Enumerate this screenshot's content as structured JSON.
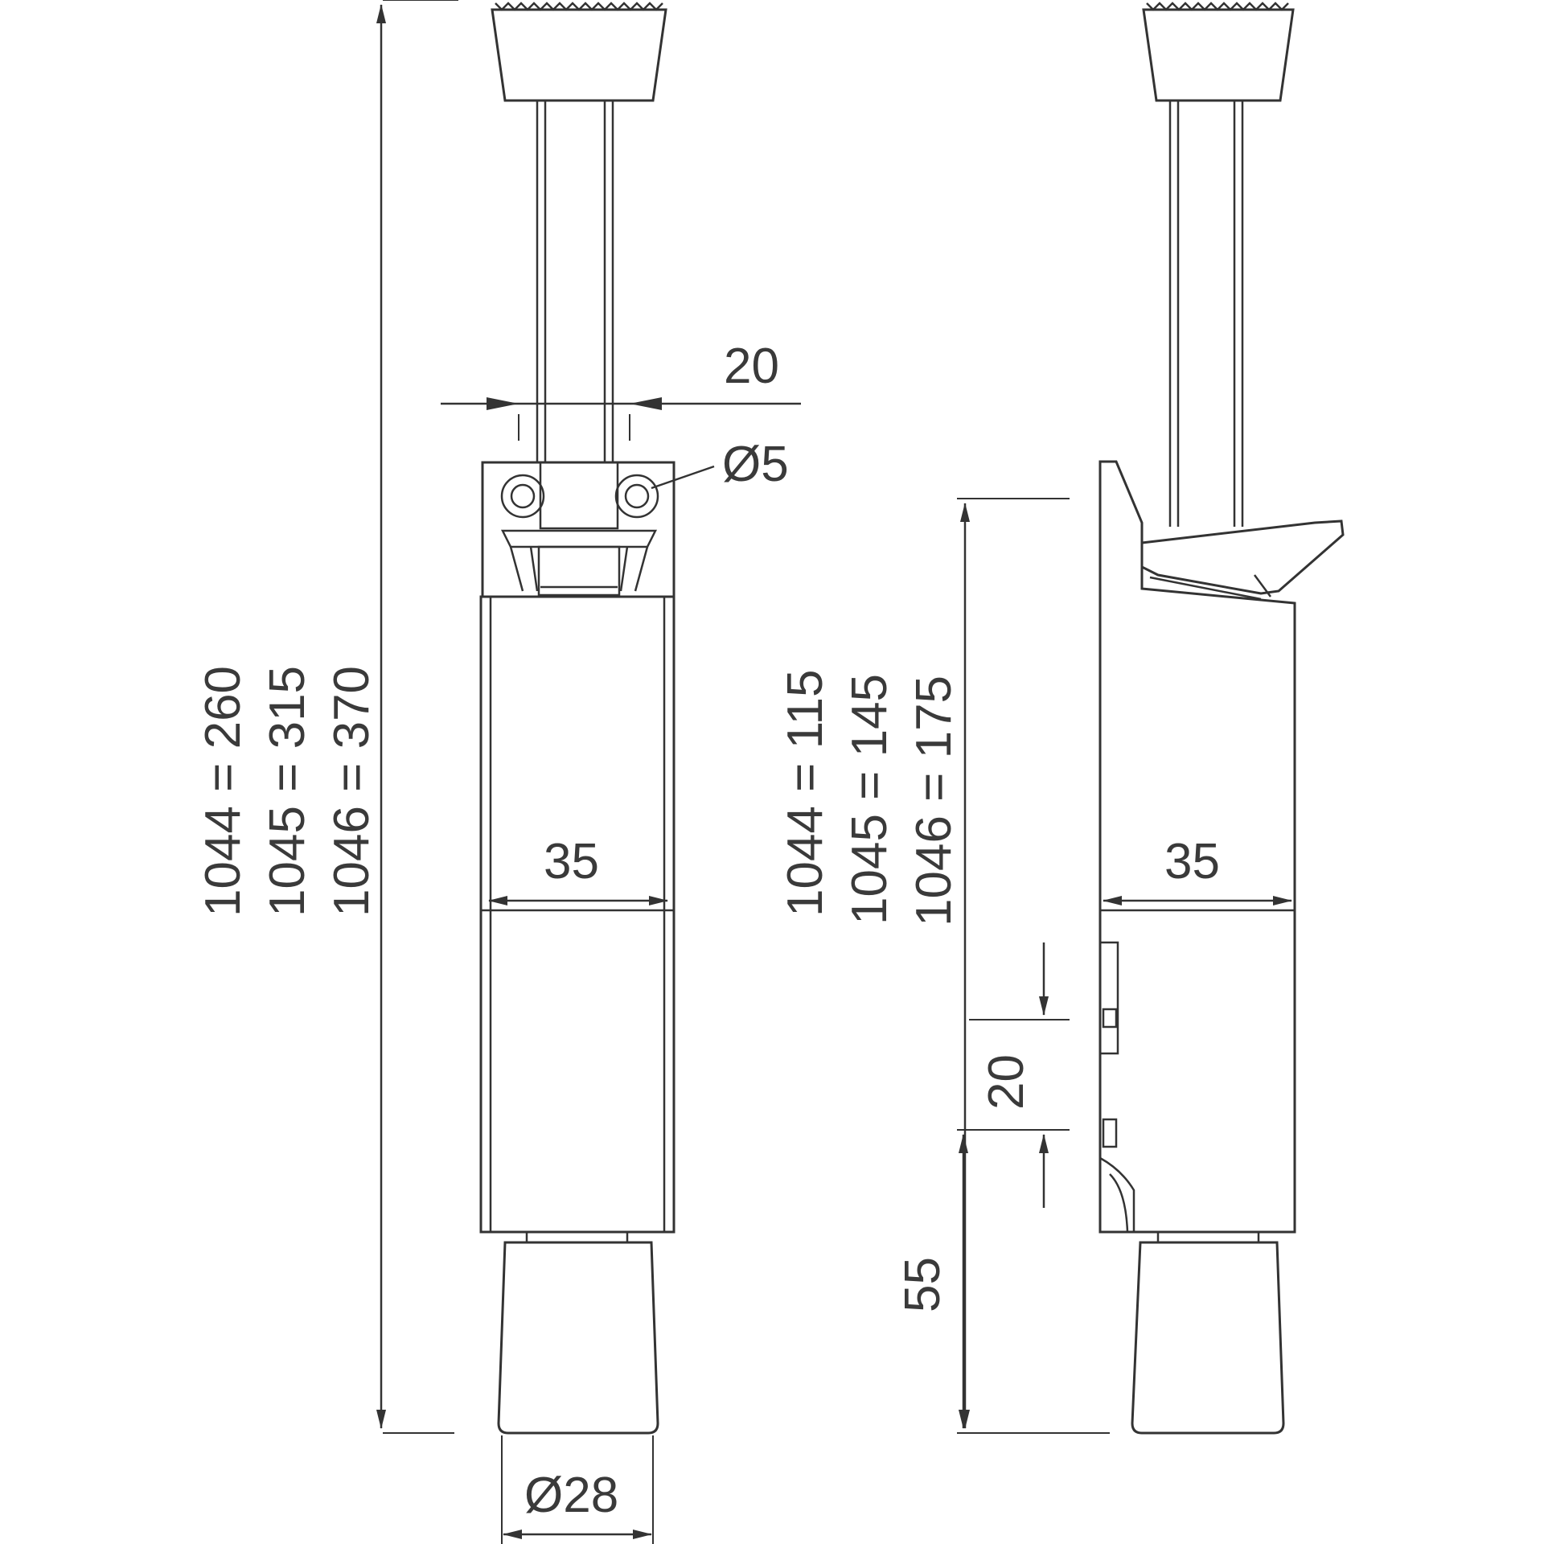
{
  "front_view": {
    "rod_spacing": "20",
    "hole_diameter": "Ø5",
    "body_width": "35",
    "foot_diameter": "Ø28",
    "overall_lengths": [
      "1044 = 260",
      "1045 = 315",
      "1046 = 370"
    ]
  },
  "side_view": {
    "body_width": "35",
    "notch_spacing": "20",
    "foot_height": "55",
    "body_lengths": [
      "1044 = 115",
      "1045 = 145",
      "1046 = 175"
    ]
  }
}
